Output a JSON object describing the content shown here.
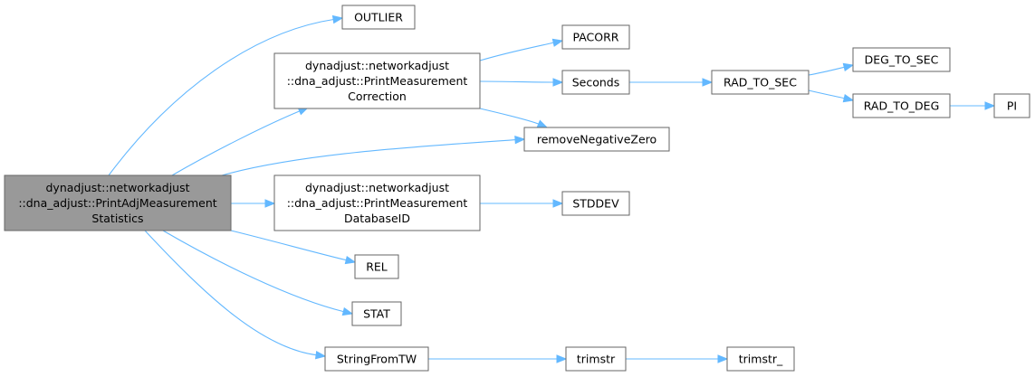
{
  "graph": {
    "root": {
      "lines": [
        "dynadjust::networkadjust",
        "::dna_adjust::PrintAdjMeasurement",
        "Statistics"
      ]
    },
    "nodes": {
      "outlier": {
        "lines": [
          "OUTLIER"
        ]
      },
      "print_correction": {
        "lines": [
          "dynadjust::networkadjust",
          "::dna_adjust::PrintMeasurement",
          "Correction"
        ]
      },
      "remove_negative_zero": {
        "lines": [
          "removeNegativeZero"
        ]
      },
      "print_database_id": {
        "lines": [
          "dynadjust::networkadjust",
          "::dna_adjust::PrintMeasurement",
          "DatabaseID"
        ]
      },
      "rel": {
        "lines": [
          "REL"
        ]
      },
      "stat": {
        "lines": [
          "STAT"
        ]
      },
      "string_from_tw": {
        "lines": [
          "StringFromTW"
        ]
      },
      "pacorr": {
        "lines": [
          "PACORR"
        ]
      },
      "seconds": {
        "lines": [
          "Seconds"
        ]
      },
      "stddev": {
        "lines": [
          "STDDEV"
        ]
      },
      "trimstr": {
        "lines": [
          "trimstr"
        ]
      },
      "rad_to_sec": {
        "lines": [
          "RAD_TO_SEC"
        ]
      },
      "trimstr_": {
        "lines": [
          "trimstr_"
        ]
      },
      "deg_to_sec": {
        "lines": [
          "DEG_TO_SEC"
        ]
      },
      "rad_to_deg": {
        "lines": [
          "RAD_TO_DEG"
        ]
      },
      "pi": {
        "lines": [
          "PI"
        ]
      }
    },
    "edges": [
      [
        "root",
        "outlier"
      ],
      [
        "root",
        "print_correction"
      ],
      [
        "root",
        "remove_negative_zero"
      ],
      [
        "root",
        "print_database_id"
      ],
      [
        "root",
        "rel"
      ],
      [
        "root",
        "stat"
      ],
      [
        "root",
        "string_from_tw"
      ],
      [
        "print_correction",
        "pacorr"
      ],
      [
        "print_correction",
        "seconds"
      ],
      [
        "print_correction",
        "remove_negative_zero"
      ],
      [
        "print_database_id",
        "stddev"
      ],
      [
        "string_from_tw",
        "trimstr"
      ],
      [
        "seconds",
        "rad_to_sec"
      ],
      [
        "trimstr",
        "trimstr_"
      ],
      [
        "rad_to_sec",
        "deg_to_sec"
      ],
      [
        "rad_to_sec",
        "rad_to_deg"
      ],
      [
        "rad_to_deg",
        "pi"
      ]
    ],
    "colors": {
      "edge": "#63b8ff",
      "root_fill": "#999999",
      "node_border": "#666666",
      "node_fill": "#ffffff"
    }
  }
}
